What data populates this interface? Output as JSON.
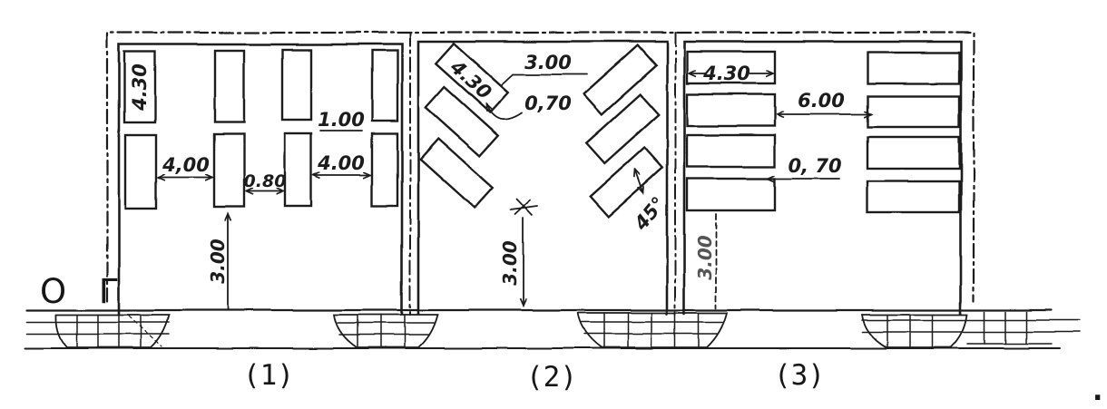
{
  "colors": {
    "ink": "#1c1c1c",
    "paper": "#ffffff"
  },
  "ground": {
    "datum_label": "О Г"
  },
  "panels": {
    "p1": {
      "label": "(1)",
      "stall_length": "4.30",
      "aisle_left": "4,00",
      "gap_center": "0.80",
      "aisle_right": "4.00",
      "edge_gap": "1.00",
      "clear_height": "3.00"
    },
    "p2": {
      "label": "(2)",
      "stall_length": "4.30",
      "aisle_width": "3.00",
      "offset": "0,70",
      "stall_angle": "45°",
      "clear_height": "3.00"
    },
    "p3": {
      "label": "(3)",
      "stall_length": "4.30",
      "aisle_width": "6.00",
      "offset": "0, 70",
      "clear_height": "3.00"
    }
  },
  "punctuation": {
    "stray_dot": "."
  }
}
